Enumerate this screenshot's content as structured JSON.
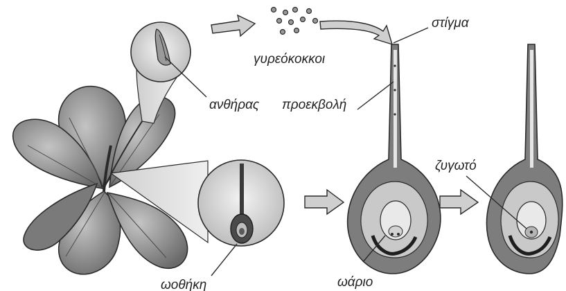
{
  "labels": {
    "anther": "ανθήρας",
    "pollen": "γυρεόκοκκοι",
    "stigma": "στίγμα",
    "pollen_tube": "προεκβολή",
    "ovary": "ωοθήκη",
    "ovule": "ωάριο",
    "zygote": "ζυγωτό"
  },
  "colors": {
    "outline": "#2a2a2a",
    "petal_fill": "#9a9a9a",
    "petal_dark": "#5e5e5e",
    "magnifier_fill": "#d8d8d8",
    "pistil_fill": "#7d7d7d",
    "ovary_outer": "#6f6f6f",
    "ovary_inner": "#c9c9c9",
    "ovule_fill": "#e9e9e9",
    "arrow_fill": "#cfcfcf"
  }
}
